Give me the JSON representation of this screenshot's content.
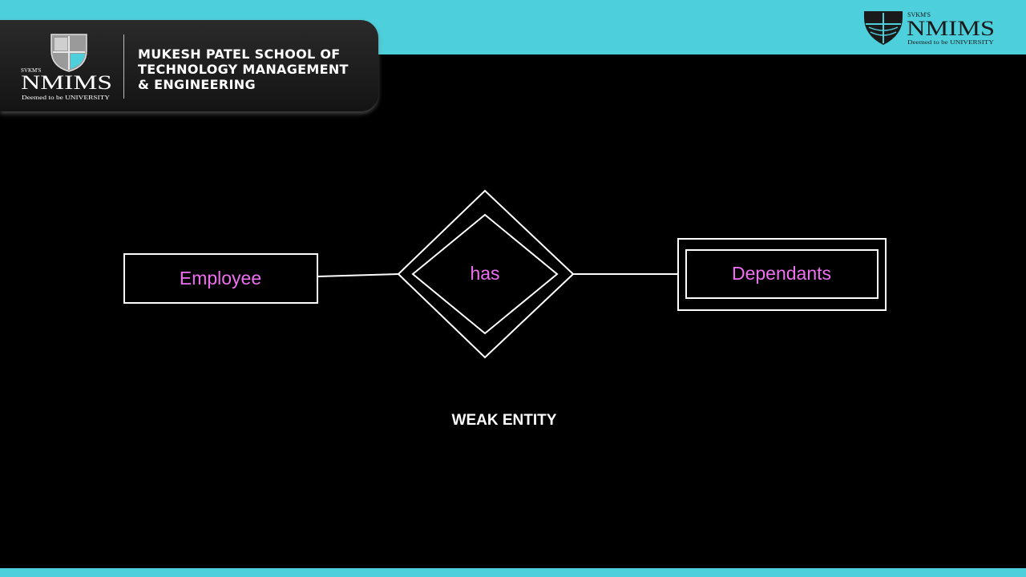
{
  "header": {
    "logo": {
      "top_text": "SVKM'S",
      "name": "NMIMS",
      "tagline": "Deemed to be UNIVERSITY"
    },
    "school_lines": [
      "MUKESH PATEL SCHOOL OF",
      "TECHNOLOGY MANAGEMENT",
      "& ENGINEERING"
    ]
  },
  "corner_logo": {
    "top_text": "SVKM'S",
    "name": "NMIMS",
    "tagline": "Deemed to be UNIVERSITY"
  },
  "diagram": {
    "entity": {
      "label": "Employee"
    },
    "relationship": {
      "label": "has"
    },
    "weak_entity": {
      "label": "Dependants"
    }
  },
  "caption": "WEAK ENTITY",
  "colors": {
    "band": "#4dd0dc",
    "label": "#ee6ff0",
    "lines": "#ffffff",
    "background": "#000000"
  }
}
